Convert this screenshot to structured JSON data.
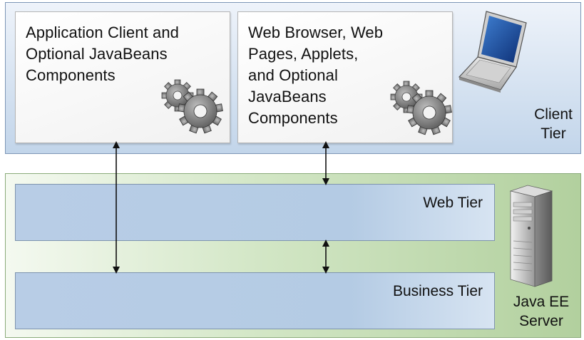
{
  "client_tier": {
    "label": "Client\nTier",
    "app_client_text": "Application Client and\nOptional JavaBeans\nComponents",
    "web_browser_text": "Web Browser, Web\nPages, Applets,\nand Optional\nJavaBeans\nComponents"
  },
  "server": {
    "label": "Java EE\nServer",
    "web_tier_label": "Web Tier",
    "business_tier_label": "Business Tier"
  },
  "icons": {
    "gears": "gears-icon",
    "laptop": "laptop-icon",
    "server": "server-tower-icon"
  },
  "colors": {
    "client_tier_bg": "#c2d5ea",
    "server_tier_bg": "#b2d09e",
    "tier_band": "#b4cbe4"
  }
}
